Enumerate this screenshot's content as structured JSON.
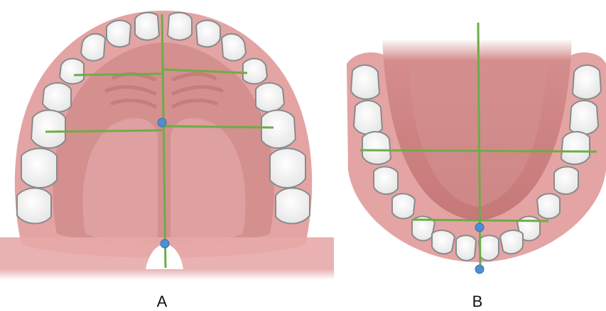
{
  "panels": [
    {
      "label": "A",
      "view": "maxillary-arch-occlusal"
    },
    {
      "label": "B",
      "view": "mandibular-arch-occlusal"
    }
  ],
  "colors": {
    "gum": "#e2a1a1",
    "gum_dark": "#c47a7a",
    "palate": "#d99696",
    "tongue": "#c97b7b",
    "tooth": "#f4f4f4",
    "tooth_outline": "#8a8a8a",
    "measure_line": "#6cad46",
    "landmark_point": "#4f8ed1",
    "background": "#ffffff"
  }
}
